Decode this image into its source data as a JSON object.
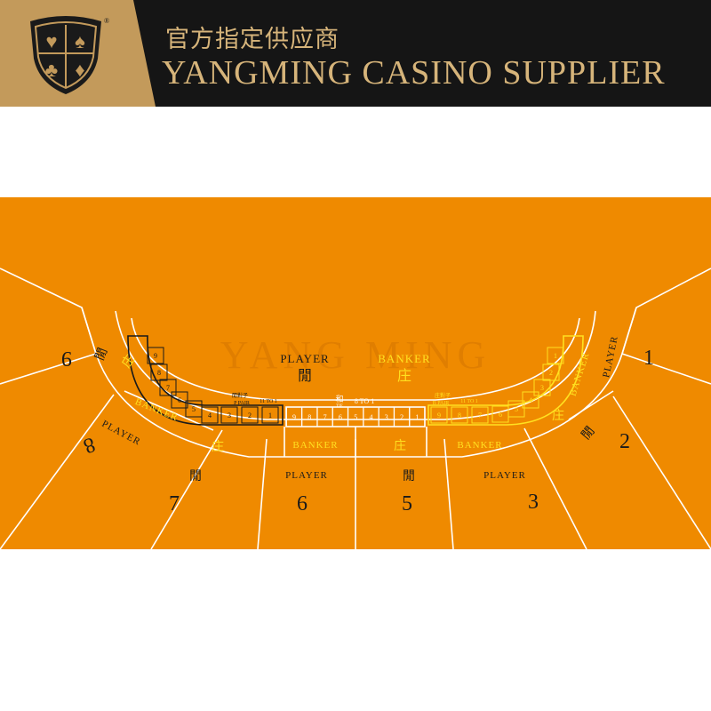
{
  "header": {
    "cn_title": "官方指定供应商",
    "en_title": "YANGMING CASINO SUPPLIER",
    "logo_mark": "®",
    "colors": {
      "gold": "#c39a5b",
      "gold_text": "#d6b47a",
      "dark": "#151515"
    }
  },
  "felt": {
    "background_color": "#ef8a00",
    "watermark": "YANG MING",
    "center": {
      "player_label": "PLAYER",
      "player_cn": "閒",
      "banker_label": "BANKER",
      "banker_cn": "庄"
    },
    "tie": {
      "cn": "和",
      "label": "TIE",
      "payout": "8 TO 1",
      "boxes": [
        "9",
        "8",
        "7",
        "6",
        "5",
        "4",
        "3",
        "2",
        "1"
      ]
    },
    "player_pair": {
      "cn": "閒對子",
      "label": "P PAIR",
      "payout": "11 TO 1",
      "boxes": [
        "9",
        "8",
        "7",
        "6",
        "5",
        "4",
        "3",
        "2",
        "1"
      ]
    },
    "banker_pair": {
      "cn": "庄對子",
      "label": "B PAIR",
      "payout": "11 TO 1",
      "boxes": [
        "9",
        "8",
        "7",
        "6",
        "5",
        "4",
        "3",
        "2",
        "1"
      ]
    },
    "rows": {
      "banker_label": "BANKER",
      "banker_cn": "庄",
      "player_label": "PLAYER",
      "player_cn": "閒"
    },
    "seats": [
      "1",
      "2",
      "3",
      "5",
      "6",
      "7",
      "8",
      "9"
    ],
    "colors": {
      "yellow": "#ffe020",
      "dark": "#1a1a1a",
      "white": "#ffffff"
    }
  }
}
